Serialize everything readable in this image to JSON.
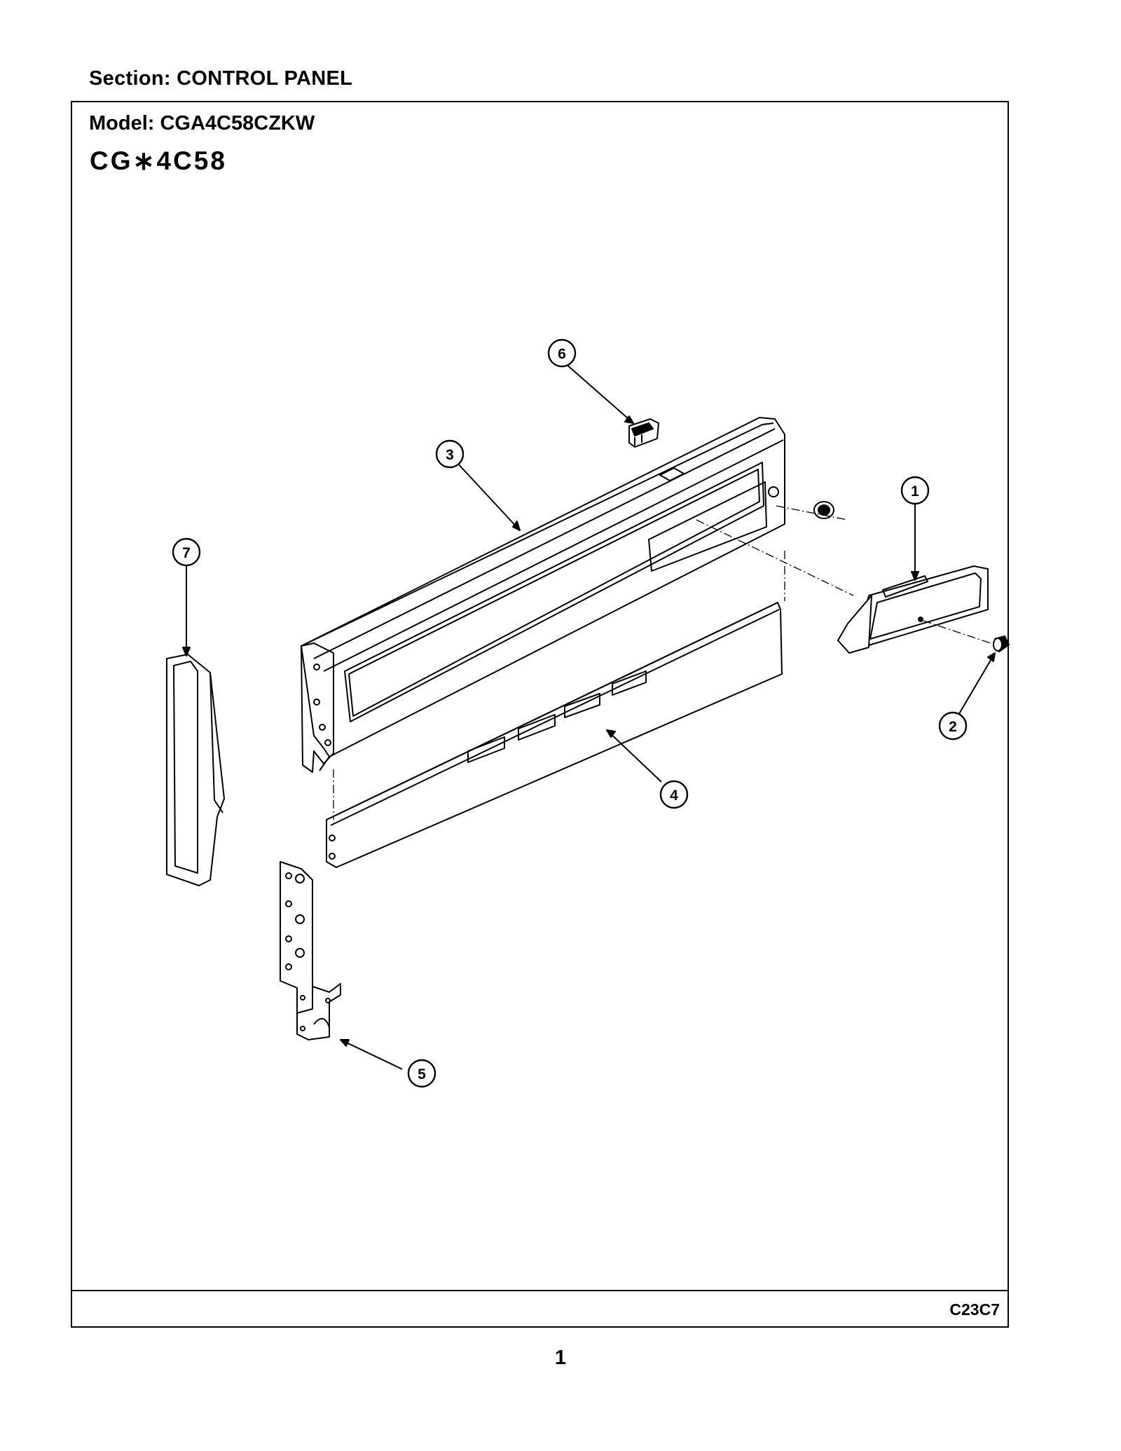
{
  "header": {
    "section_label": "Section:  CONTROL PANEL",
    "model_label": "Model:  CGA4C58CZKW",
    "model_code": "CG∗4C58"
  },
  "diagram": {
    "callouts": [
      {
        "id": "1",
        "part": "right-end-cap"
      },
      {
        "id": "2",
        "part": "small-knob"
      },
      {
        "id": "3",
        "part": "control-panel-backguard"
      },
      {
        "id": "4",
        "part": "lower-trim-panel"
      },
      {
        "id": "5",
        "part": "mounting-bracket"
      },
      {
        "id": "6",
        "part": "rocker-switch"
      },
      {
        "id": "7",
        "part": "left-end-cap"
      }
    ],
    "drawing_code": "C23C7"
  },
  "footer": {
    "page_number": "1"
  }
}
